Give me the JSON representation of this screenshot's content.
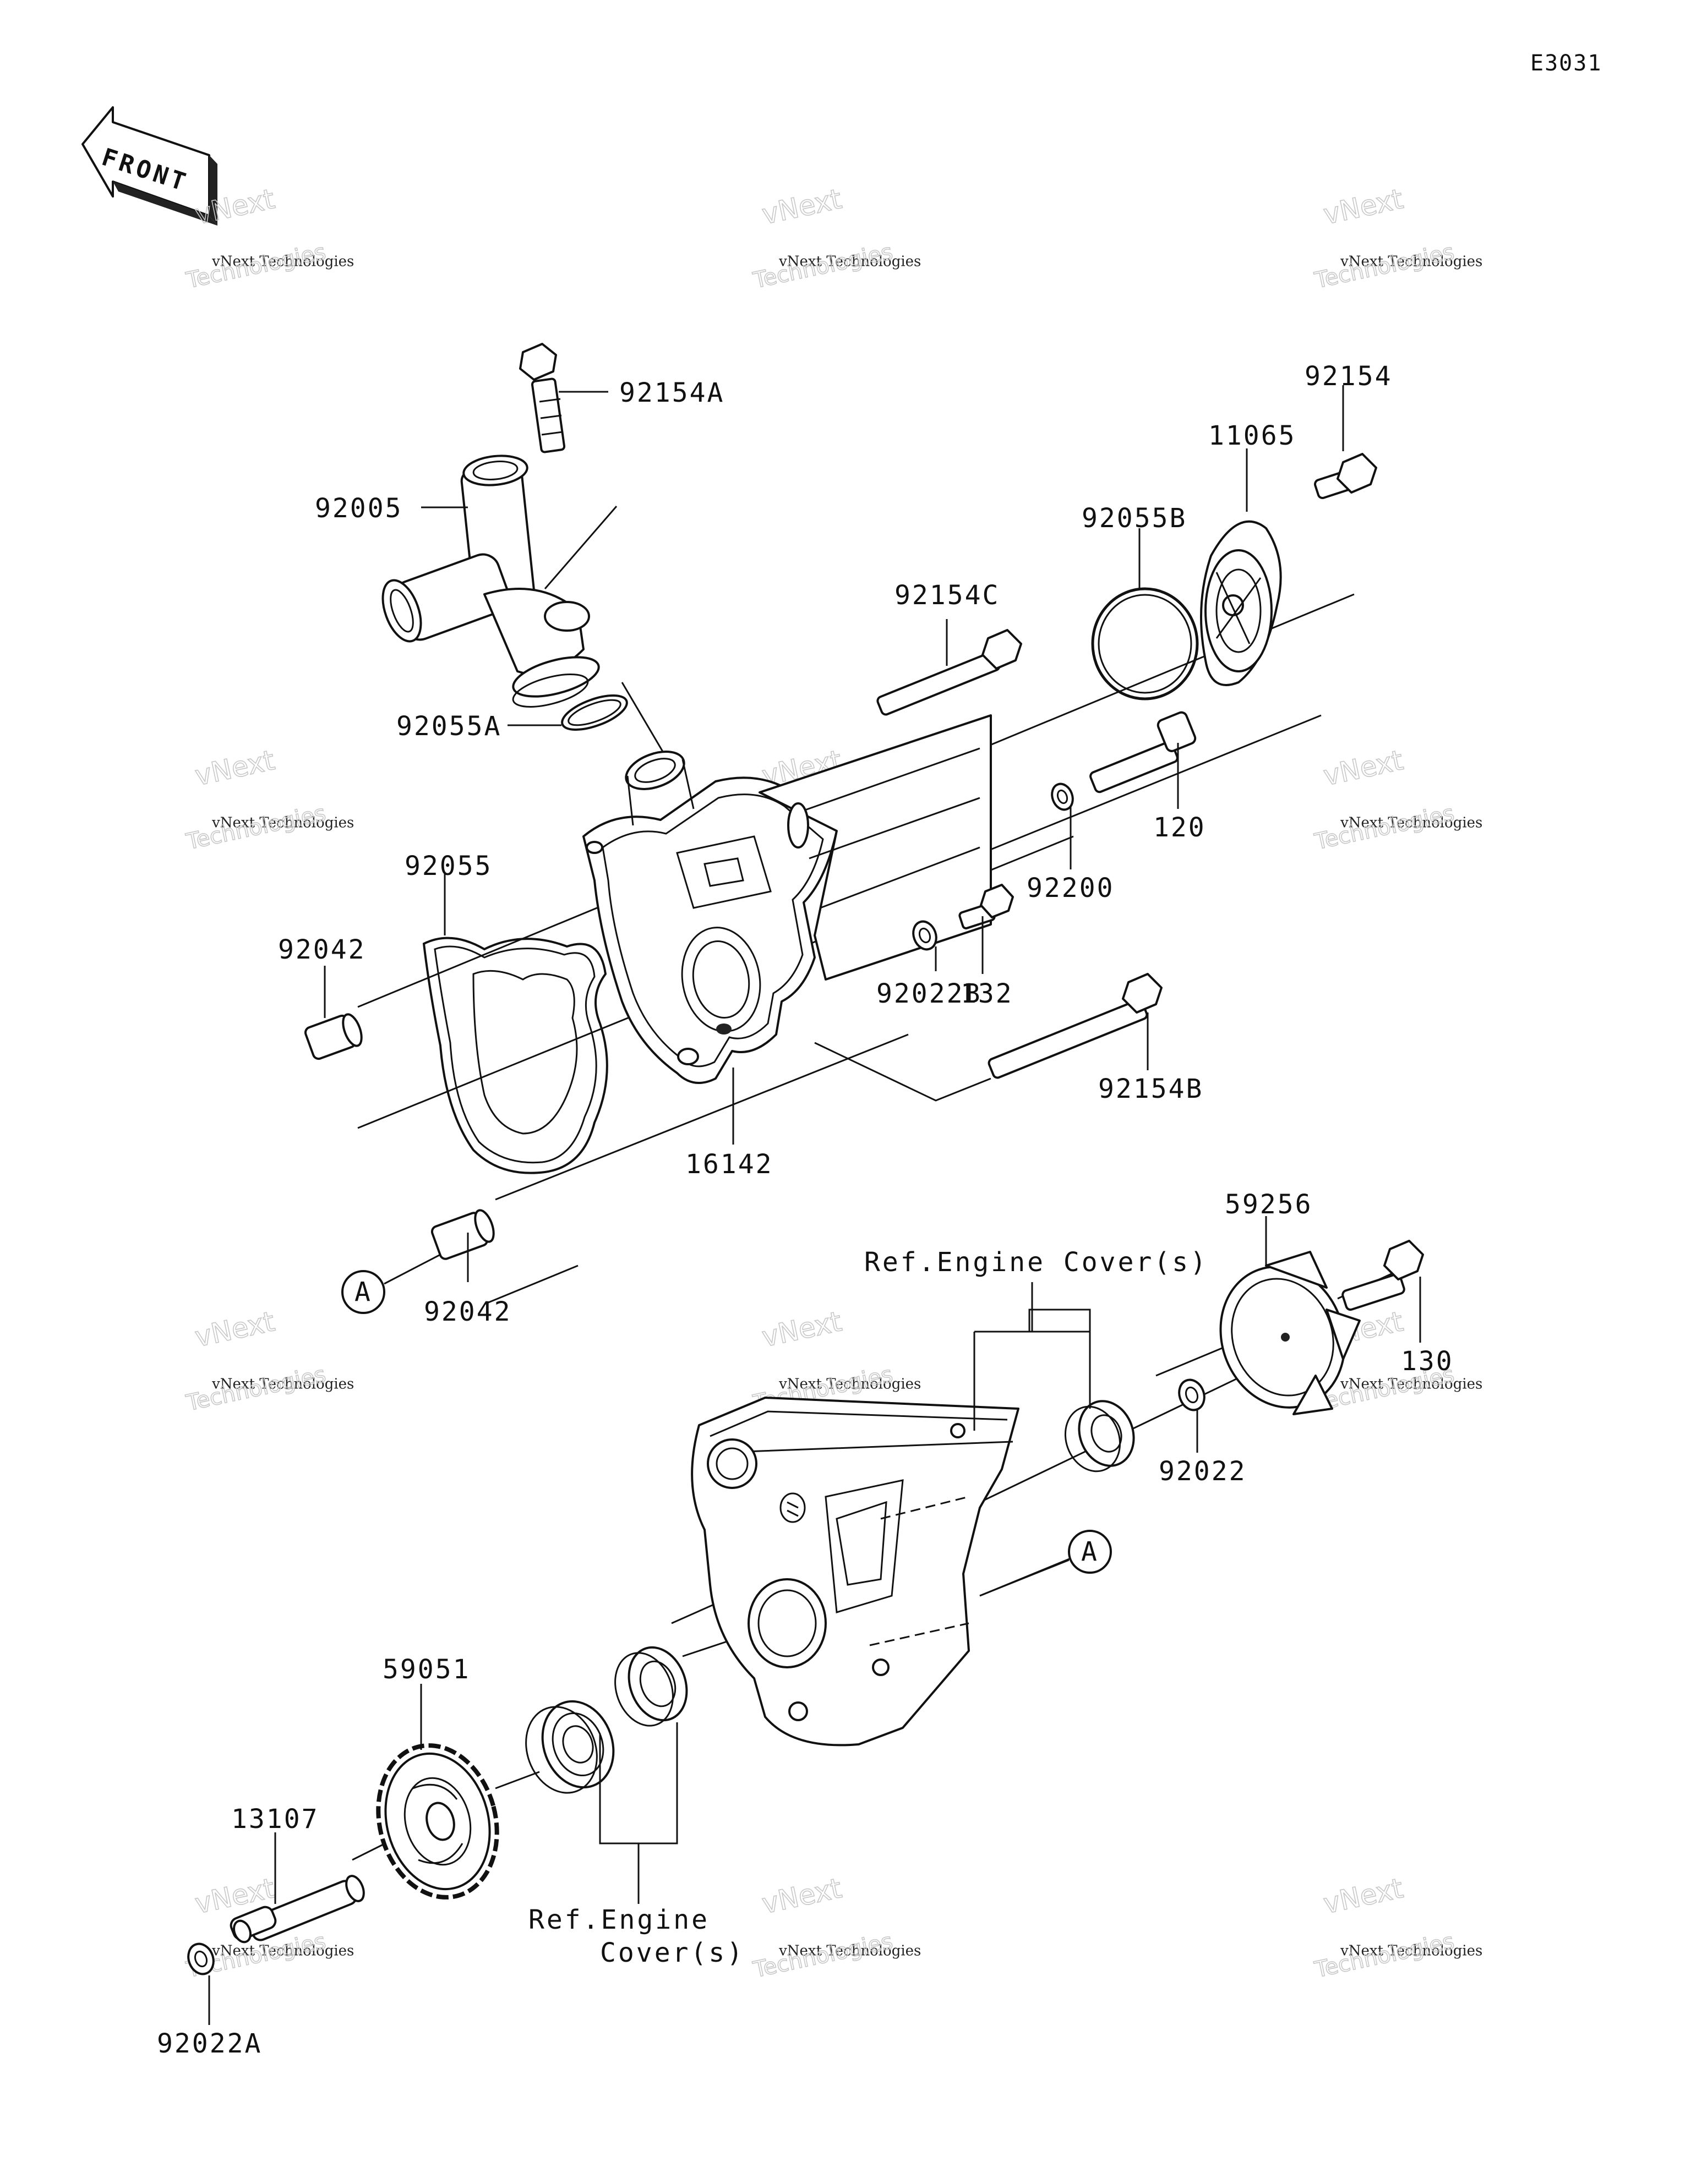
{
  "diagram_code": "E3031",
  "front_label": "FRONT",
  "callouts": [
    {
      "id": "92154A",
      "text": "92154A"
    },
    {
      "id": "92005",
      "text": "92005"
    },
    {
      "id": "92055A",
      "text": "92055A"
    },
    {
      "id": "92055",
      "text": "92055"
    },
    {
      "id": "92042-top",
      "text": "92042"
    },
    {
      "id": "16142",
      "text": "16142"
    },
    {
      "id": "92042-bottom",
      "text": "92042"
    },
    {
      "id": "92154C",
      "text": "92154C"
    },
    {
      "id": "92055B",
      "text": "92055B"
    },
    {
      "id": "11065",
      "text": "11065"
    },
    {
      "id": "92154",
      "text": "92154"
    },
    {
      "id": "120",
      "text": "120"
    },
    {
      "id": "92200",
      "text": "92200"
    },
    {
      "id": "132",
      "text": "132"
    },
    {
      "id": "92022B",
      "text": "92022B"
    },
    {
      "id": "92154B",
      "text": "92154B"
    },
    {
      "id": "59256",
      "text": "59256"
    },
    {
      "id": "130",
      "text": "130"
    },
    {
      "id": "92022",
      "text": "92022"
    },
    {
      "id": "59051",
      "text": "59051"
    },
    {
      "id": "13107",
      "text": "13107"
    },
    {
      "id": "92022A",
      "text": "92022A"
    }
  ],
  "reference_labels": {
    "engine_cover_top": "Ref.Engine Cover(s)",
    "engine_cover_bottom_line1": "Ref.Engine",
    "engine_cover_bottom_line2": "Cover(s)"
  },
  "connector_markers": {
    "a_left": "A",
    "a_right": "A"
  },
  "watermark": {
    "line1": "vNext Technologies",
    "line2": "vNext",
    "line3": "Technologies"
  }
}
